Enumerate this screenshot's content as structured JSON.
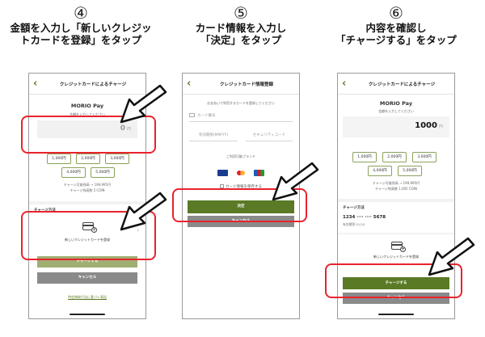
{
  "steps": [
    {
      "number": "④",
      "text": "金額を入力し「新しいクレジッ\nトカードを登録」をタップ"
    },
    {
      "number": "⑤",
      "text": "カード情報を入力し\n「決定」をタップ"
    },
    {
      "number": "⑥",
      "text": "内容を確認し\n「チャージする」をタップ"
    }
  ],
  "screen1": {
    "title": "クレジットカードによるチャージ",
    "brand": "MORIO Pay",
    "prompt": "金額を入力してください",
    "amount": "0",
    "unit": "円",
    "chips": [
      "1,000円",
      "2,000円",
      "3,000円",
      "4,000円",
      "5,000円"
    ],
    "limit_line1": "チャージ可能残高 → 199,995円",
    "limit_line2": "チャージ残高数 5 COIN",
    "section_label": "チャージ方法",
    "register_label": "新しいクレジットカードを登録",
    "charge_button": "チャージする",
    "cancel_button": "キャンセル",
    "footer_link": "特定商取引法に基づく表記"
  },
  "screen2": {
    "title": "クレジットカード情報登録",
    "notice": "お支払いで利用するカードを登録してください",
    "card_number_placeholder": "カード番号",
    "expiry_placeholder": "有効期限(MM/YY)",
    "cvc_placeholder": "セキュリティコード",
    "brands_label": "ご利用可能ブランド",
    "save_card_label": "カード情報を保存する",
    "submit_button": "決定",
    "cancel_button": "キャンセル"
  },
  "screen3": {
    "title": "クレジットカードによるチャージ",
    "brand": "MORIO Pay",
    "prompt": "金額を入力してください",
    "amount": "1000",
    "unit": "円",
    "chips": [
      "1,000円",
      "2,000円",
      "3,000円",
      "4,000円",
      "5,000円"
    ],
    "limit_line1": "チャージ可能残高 → 199,995円",
    "limit_line2": "チャージ残高数 1,005 COIN",
    "section_label": "チャージ方法",
    "card_number": "1234 ···· ···· 5678",
    "card_expiry": "有効期限 01/24",
    "register_label": "新しいクレジットカードを登録",
    "charge_button": "チャージする",
    "cancel_button": "キャンセル"
  },
  "colors": {
    "highlight": "#e9232c",
    "primary_green": "#5a7a25",
    "olive": "#9fae72",
    "gray_button": "#8a8a8a"
  }
}
